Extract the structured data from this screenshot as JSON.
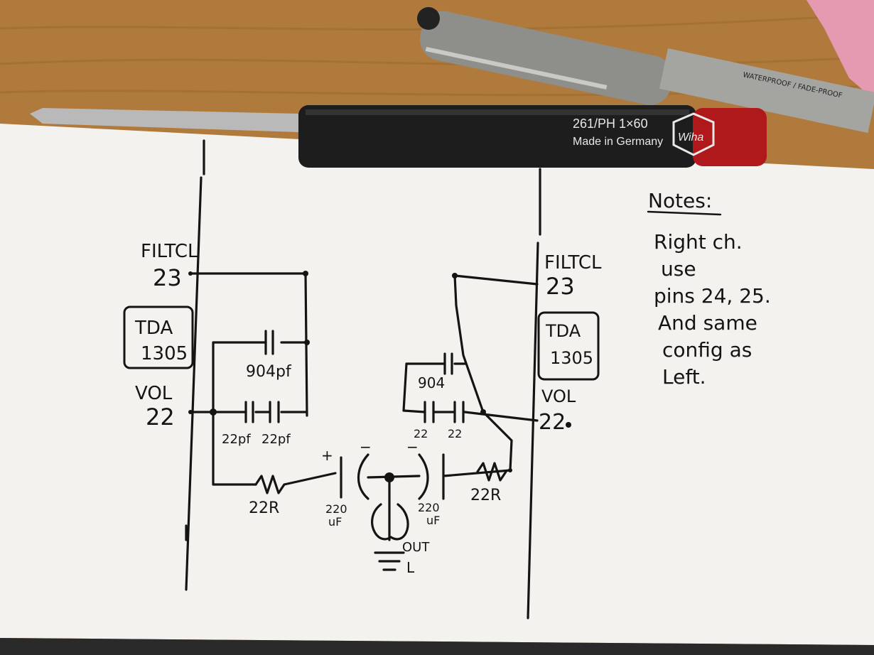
{
  "colors": {
    "desk": "#b07a3c",
    "paper": "#f3f2ee",
    "ink": "#141414",
    "screwdriver_cap": "#b0191c",
    "pen_barrel": "#8e8f8b",
    "wrapper_pink": "#e59ab2"
  },
  "icons": {
    "screwdriver": "screwdriver-icon",
    "pen": "pen-icon",
    "brand_logo": "wiha-logo"
  },
  "screwdriver": {
    "model": "261/PH 1×60",
    "origin": "Made in Germany",
    "brand": "Wiha"
  },
  "pen": {
    "imprint": "WATERPROOF / FADE-PROOF"
  },
  "schematic": {
    "left_chip": {
      "pin_top_label": "FILTCL",
      "pin_top_number": "23",
      "chip_line1": "TDA",
      "chip_line2": "1305",
      "pin_bottom_label": "VOL",
      "pin_bottom_number": "22"
    },
    "right_chip": {
      "pin_top_label": "FILTCL",
      "pin_top_number": "23",
      "chip_line1": "TDA",
      "chip_line2": "1305",
      "pin_bottom_label": "VOL",
      "pin_bottom_number": "22"
    },
    "components": {
      "left_cap_top": "904pf",
      "left_cap_a": "22pf",
      "left_cap_b": "22pf",
      "left_resistor": "22R",
      "left_electrolytic": "220",
      "left_electrolytic_unit": "uF",
      "plus_sign": "+",
      "minus_sign": "−",
      "right_electrolytic": "220",
      "right_electrolytic_unit": "uF",
      "right_cap_top": "904",
      "right_cap_a": "22",
      "right_cap_b": "22",
      "right_resistor": "22R",
      "output_line1": "OUT",
      "output_line2": "L"
    },
    "notes": {
      "heading": "Notes:",
      "lines": [
        "Right ch.",
        "use",
        "pins 24, 25.",
        "And same",
        "config as",
        "Left."
      ]
    }
  }
}
